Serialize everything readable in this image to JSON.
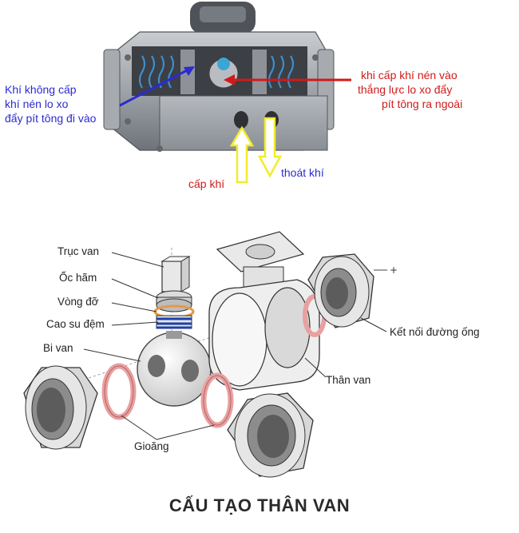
{
  "actuator": {
    "label_left": [
      "Khí không cấp",
      "khí nén lo xo",
      "đẩy pít tông đi vào"
    ],
    "label_right": [
      "khi cấp khí nén vào",
      "thắng lực lo xo đẩy",
      "pít tông ra ngoài"
    ],
    "label_supply": "cấp khí",
    "label_exhaust": "thoát khí"
  },
  "valve": {
    "parts": {
      "stem": "Trục van",
      "nut": "Ốc hãm",
      "ring": "Vòng đỡ",
      "seal": "Cao su đệm",
      "ball": "Bi van",
      "gasket": "Gioăng",
      "connector": "Kết nối đường ống",
      "body": "Thân van"
    },
    "caption": "CẤU TẠO THÂN VAN"
  },
  "colors": {
    "blue_text": "#2b2bd1",
    "red_text": "#d11a1a",
    "gasket": "#e8a0a0",
    "arrow_yellow": "#f2ec2a",
    "metal": "#9aa0a6"
  }
}
